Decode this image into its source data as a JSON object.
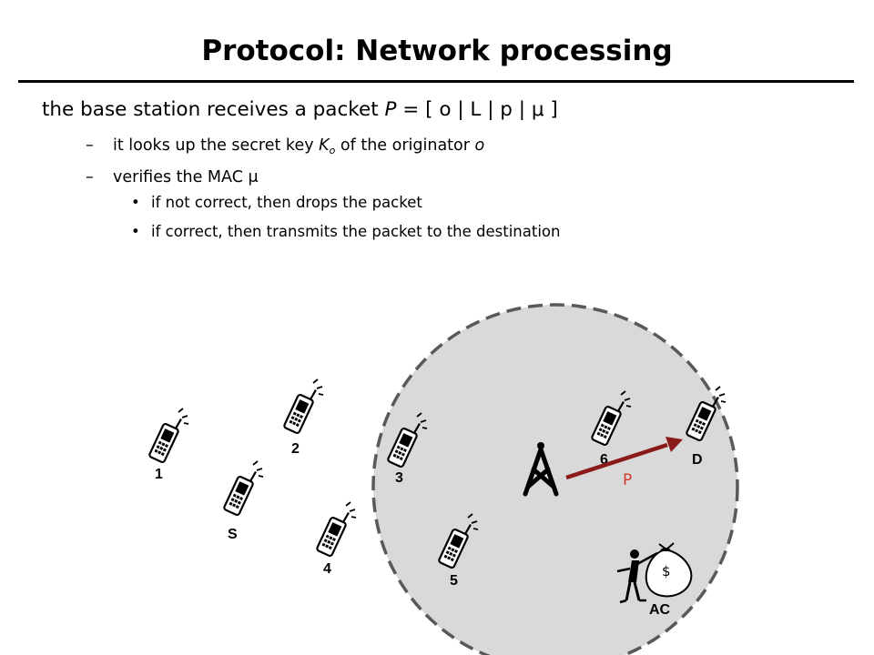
{
  "slide": {
    "title": "Protocol: Network processing",
    "bullet_main": {
      "text": "the base station receives a packet ",
      "packet_var": "P",
      "packet_def": " = [ o | L | p | μ ]"
    },
    "sub_bullets": [
      {
        "dash": "–",
        "pre": "it looks up the secret key ",
        "key": "K",
        "key_sub": "o",
        "mid": " of the originator ",
        "orig": "o"
      },
      {
        "dash": "–",
        "text": "verifies the MAC μ"
      }
    ],
    "sub_sub_bullets": [
      {
        "dot": "•",
        "text": "if not correct, then drops the packet"
      },
      {
        "dot": "•",
        "text": "if correct, then transmits the packet to the destination"
      }
    ]
  },
  "diagram": {
    "coverage_area": {
      "fill": "#d9d9d9",
      "stroke": "#595959"
    },
    "nodes": [
      {
        "id": "1",
        "label": "1"
      },
      {
        "id": "2",
        "label": "2"
      },
      {
        "id": "S",
        "label": "S"
      },
      {
        "id": "4",
        "label": "4"
      },
      {
        "id": "3",
        "label": "3"
      },
      {
        "id": "5",
        "label": "5"
      },
      {
        "id": "6",
        "label": "6"
      },
      {
        "id": "D",
        "label": "D"
      }
    ],
    "base_station": {
      "icon": "antenna-tower-icon"
    },
    "packet_arrow": {
      "label": "P",
      "color": "#8b1a1a",
      "label_color": "#d33a2c"
    },
    "accounting_center": {
      "label": "AC",
      "icon": "person-with-money-bag-icon",
      "bag_symbol": "$"
    }
  }
}
